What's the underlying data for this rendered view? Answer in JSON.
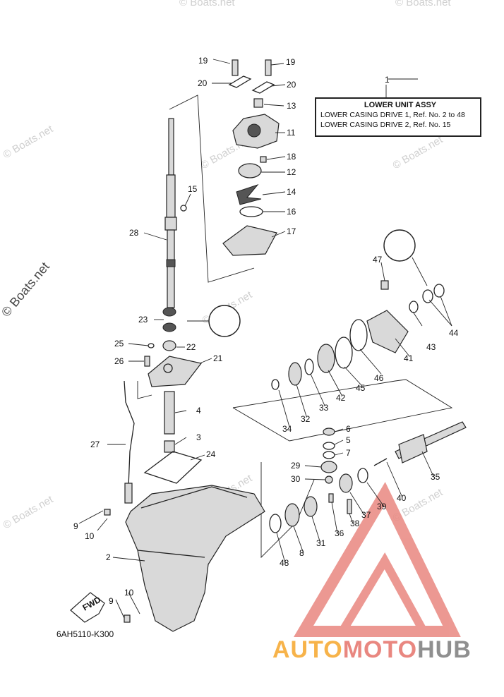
{
  "watermark": "© Boats.net",
  "assy_box": {
    "callout": "1",
    "title": "LOWER UNIT ASSY",
    "line1": "LOWER CASING DRIVE 1,  Ref. No. 2 to 48",
    "line2": "LOWER CASING DRIVE 2,  Ref. No. 15"
  },
  "diagram_code": "6AH5110-K300",
  "fwd_label": "FWD",
  "logo": {
    "part1": "AUTO",
    "part2": "MOTO",
    "part3": "HUB"
  },
  "callouts": {
    "n2": "2",
    "n3": "3",
    "n4": "4",
    "n5": "5",
    "n6": "6",
    "n7": "7",
    "n8": "8",
    "n9a": "9",
    "n9b": "9",
    "n10a": "10",
    "n10b": "10",
    "n11": "11",
    "n12": "12",
    "n13": "13",
    "n14": "14",
    "n15": "15",
    "n16": "16",
    "n17": "17",
    "n18": "18",
    "n19a": "19",
    "n19b": "19",
    "n20a": "20",
    "n20b": "20",
    "n21": "21",
    "n22": "22",
    "n23": "23",
    "n24": "24",
    "n25": "25",
    "n26": "26",
    "n27": "27",
    "n28": "28",
    "n29": "29",
    "n30": "30",
    "n31": "31",
    "n32": "32",
    "n33": "33",
    "n34": "34",
    "n35": "35",
    "n36": "36",
    "n37": "37",
    "n38": "38",
    "n39": "39",
    "n40": "40",
    "n41": "41",
    "n42": "42",
    "n43": "43",
    "n44": "44",
    "n45": "45",
    "n46": "46",
    "n47": "47",
    "n48": "48"
  },
  "colors": {
    "logo_orange": "#f7b34a",
    "logo_red": "#e98780",
    "logo_gray": "#8f8f8f"
  }
}
